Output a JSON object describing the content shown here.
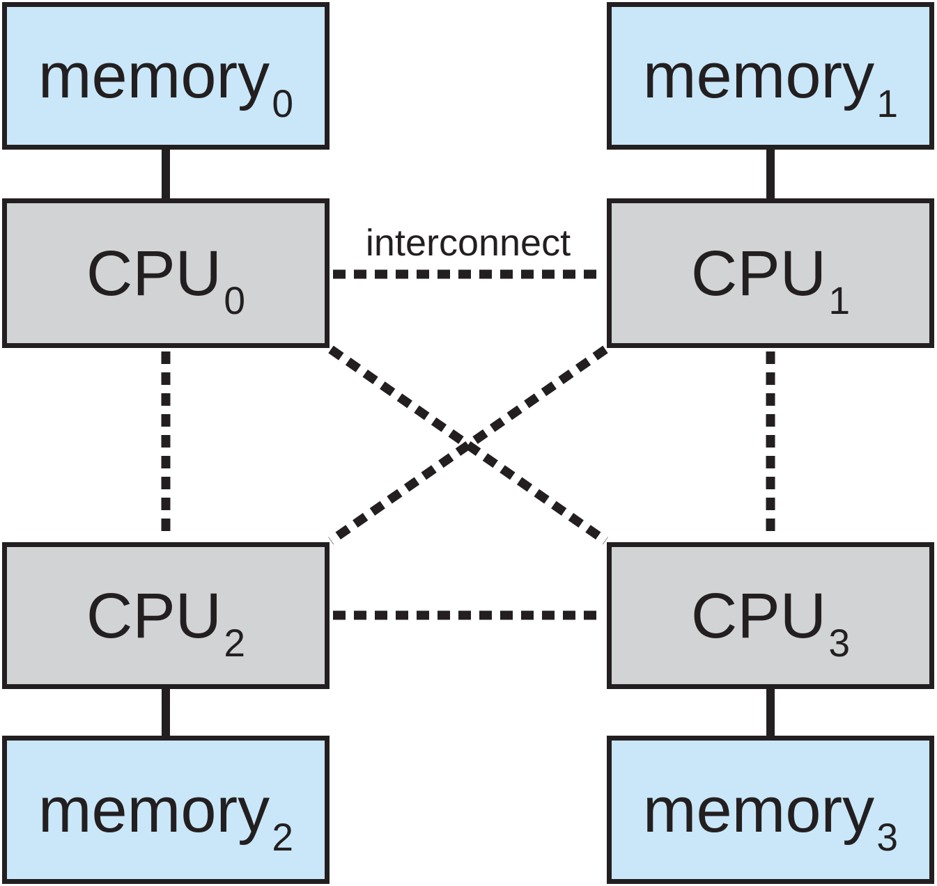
{
  "figure": {
    "interconnect_label": "interconnect",
    "nodes": {
      "memory0": {
        "label": "memory",
        "sub": "0",
        "type": "memory"
      },
      "memory1": {
        "label": "memory",
        "sub": "1",
        "type": "memory"
      },
      "cpu0": {
        "label": "CPU",
        "sub": "0",
        "type": "cpu"
      },
      "cpu1": {
        "label": "CPU",
        "sub": "1",
        "type": "cpu"
      },
      "cpu2": {
        "label": "CPU",
        "sub": "2",
        "type": "cpu"
      },
      "cpu3": {
        "label": "CPU",
        "sub": "3",
        "type": "cpu"
      },
      "memory2": {
        "label": "memory",
        "sub": "2",
        "type": "memory"
      },
      "memory3": {
        "label": "memory",
        "sub": "3",
        "type": "memory"
      }
    },
    "edges": [
      {
        "from": "memory0",
        "to": "cpu0",
        "style": "solid"
      },
      {
        "from": "memory1",
        "to": "cpu1",
        "style": "solid"
      },
      {
        "from": "cpu2",
        "to": "memory2",
        "style": "solid"
      },
      {
        "from": "cpu3",
        "to": "memory3",
        "style": "solid"
      },
      {
        "from": "cpu0",
        "to": "cpu1",
        "style": "dashed",
        "label": "interconnect"
      },
      {
        "from": "cpu2",
        "to": "cpu3",
        "style": "dashed"
      },
      {
        "from": "cpu0",
        "to": "cpu2",
        "style": "dashed"
      },
      {
        "from": "cpu1",
        "to": "cpu3",
        "style": "dashed"
      },
      {
        "from": "cpu0",
        "to": "cpu3",
        "style": "dashed"
      },
      {
        "from": "cpu1",
        "to": "cpu2",
        "style": "dashed"
      }
    ],
    "colors": {
      "memory_fill": "#c9e7f8",
      "cpu_fill": "#d1d3d4",
      "line": "#231f20",
      "background": "#ffffff"
    }
  }
}
